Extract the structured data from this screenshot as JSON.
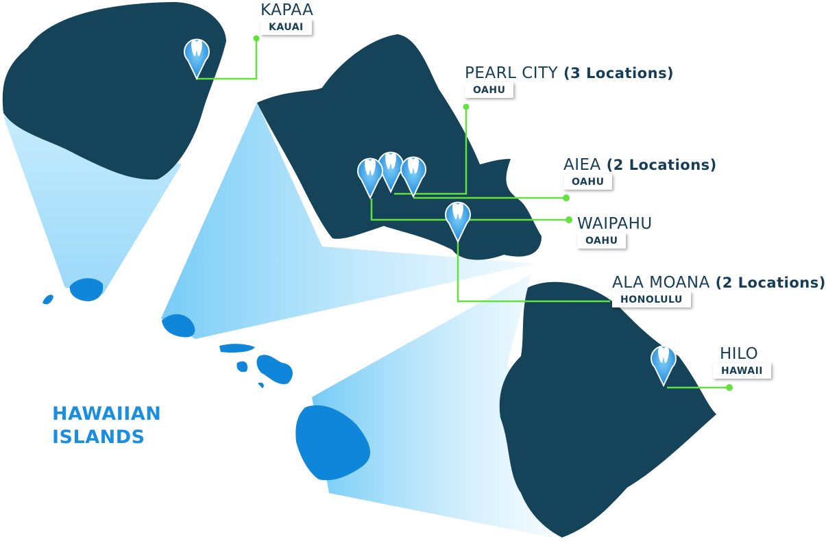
{
  "title": {
    "line1": "HAWAIIAN",
    "line2": "ISLANDS"
  },
  "colors": {
    "island_dark": "#15435a",
    "island_blue": "#0f86d9",
    "beam": "#9fdcfb",
    "connector": "#62e23a",
    "title": "#1a8ee0",
    "pin": "#3aa5e6"
  },
  "icons": {
    "pin": "tooth-pin-icon"
  },
  "islands": {
    "kauai": "island-kauai",
    "oahu": "island-oahu",
    "hawaii": "island-hawaii"
  },
  "locations": [
    {
      "city": "KAPAA",
      "count": "",
      "island": "KAUAI"
    },
    {
      "city": "PEARL CITY ",
      "count": "(3 Locations)",
      "island": "OAHU"
    },
    {
      "city": "AIEA ",
      "count": "(2 Locations)",
      "island": "OAHU"
    },
    {
      "city": "WAIPAHU",
      "count": "",
      "island": "OAHU"
    },
    {
      "city": "ALA MOANA ",
      "count": "(2 Locations)",
      "island": "HONOLULU"
    },
    {
      "city": "HILO",
      "count": "",
      "island": "HAWAII"
    }
  ]
}
